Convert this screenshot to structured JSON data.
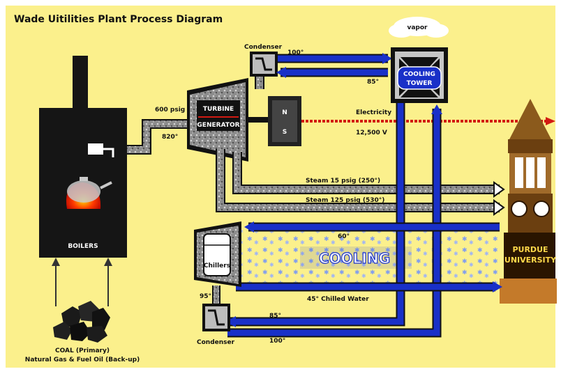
{
  "title": "Wade Uitilities Plant Process Diagram",
  "boilers": {
    "label": "BOILERS"
  },
  "fuel": {
    "primary": "COAL (Primary)",
    "backup": "Natural Gas & Fuel Oil (Back-up)"
  },
  "steam_line": {
    "pressure": "600 psig",
    "temperature": "820°"
  },
  "turbine": {
    "line1": "TURBINE",
    "line2": "GENERATOR"
  },
  "generator_box": {
    "north": "N",
    "south": "S"
  },
  "electricity": {
    "label": "Electricity",
    "voltage": "12,500 V"
  },
  "condenser_top": {
    "label": "Condenser",
    "temp_out": "100°",
    "temp_return": "85°"
  },
  "cooling_tower": {
    "line1": "COOLING",
    "line2": "TOWER",
    "vapor": "vapor"
  },
  "steam_lines": {
    "low": "Steam 15 psig (250°)",
    "high": "Steam 125 psig (530°)"
  },
  "chillers": {
    "label": "Chillers"
  },
  "chilled_water": {
    "return_temp": "60°",
    "supply": "45° Chilled Water",
    "chiller_out": "95°"
  },
  "cooling_label": "COOLING",
  "condenser_bottom": {
    "label": "Condenser",
    "temp_return": "85°",
    "temp_out": "100°"
  },
  "university": {
    "line1": "PURDUE",
    "line2": "UNIVERSITY"
  },
  "colors": {
    "background": "#fbf08c",
    "pipe_blue": "#1930c8",
    "pipe_gray": "#8a8a8a",
    "electric_red": "#d21a12",
    "boiler": "#151515"
  }
}
